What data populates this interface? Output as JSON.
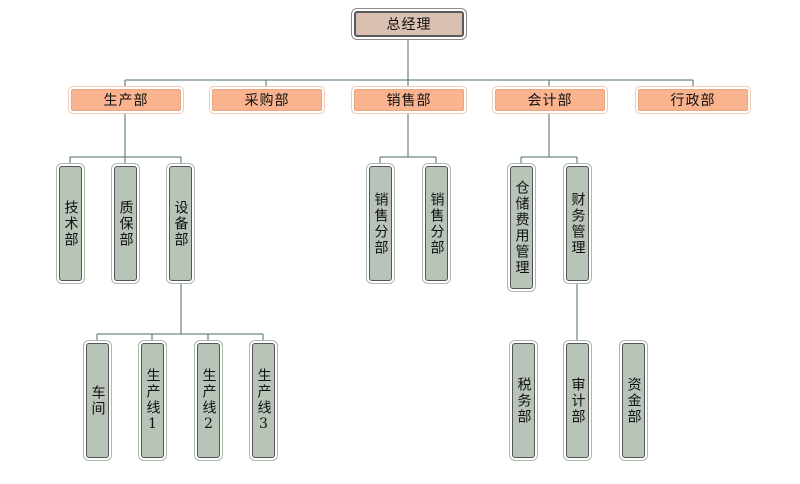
{
  "org_chart": {
    "root": {
      "label": "总经理"
    },
    "departments": [
      {
        "label": "生产部"
      },
      {
        "label": "采购部"
      },
      {
        "label": "销售部"
      },
      {
        "label": "会计部"
      },
      {
        "label": "行政部"
      }
    ],
    "production_units": [
      {
        "label": "技术部"
      },
      {
        "label": "质保部"
      },
      {
        "label": "设备部"
      }
    ],
    "equipment_units": [
      {
        "label": "车间"
      },
      {
        "label": "生产线1"
      },
      {
        "label": "生产线2"
      },
      {
        "label": "生产线3"
      }
    ],
    "sales_units": [
      {
        "label": "销售分部"
      },
      {
        "label": "销售分部"
      }
    ],
    "accounting_units": [
      {
        "label": "仓储费用管理"
      },
      {
        "label": "财务管理"
      }
    ],
    "finance_units": [
      {
        "label": "税务部"
      },
      {
        "label": "审计部"
      },
      {
        "label": "资金部"
      }
    ],
    "line_color": "#4a6b6b"
  }
}
